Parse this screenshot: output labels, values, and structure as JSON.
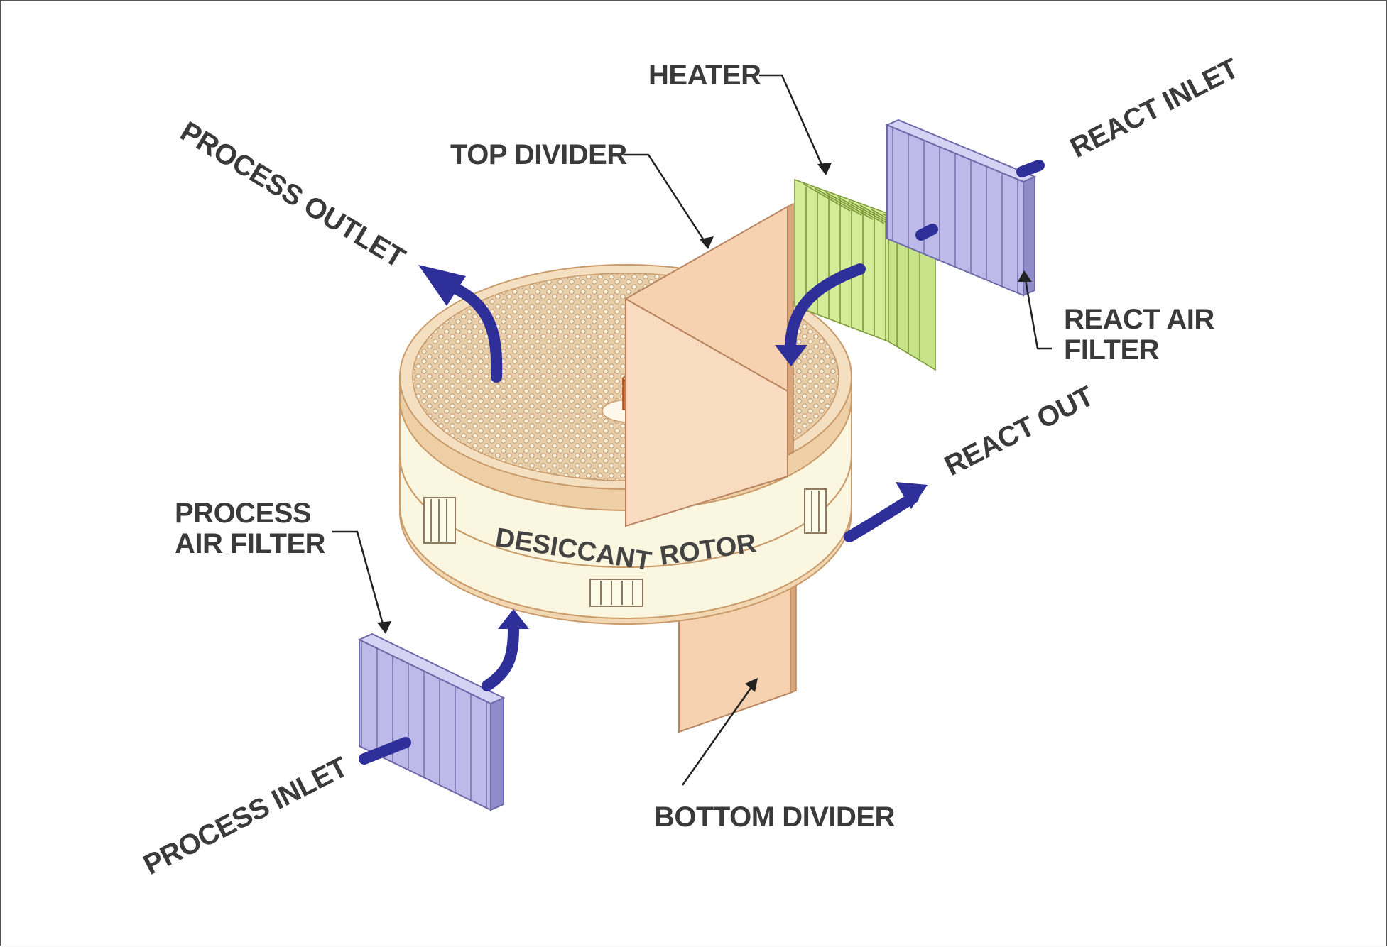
{
  "labels": {
    "heater": "HEATER",
    "top_divider": "TOP DIVIDER",
    "react_inlet": "REACT INLET",
    "process_outlet": "PROCESS OUTLET",
    "react_air_filter_1": "REACT AIR",
    "react_air_filter_2": "FILTER",
    "react_out": "REACT OUT",
    "process_air_filter_1": "PROCESS",
    "process_air_filter_2": "AIR FILTER",
    "desiccant": "DESICCANT",
    "rotor": "ROTOR",
    "process_inlet": "PROCESS INLET",
    "bottom_divider": "BOTTOM DIVIDER"
  },
  "colors": {
    "rotor_fill": "#f6ead0",
    "rotor_band": "#fbf6df",
    "rotor_edge": "#c99a6a",
    "divider": "#f7d2b0",
    "divider_edge": "#b98560",
    "heater": "#c8e48a",
    "filter": "#b9b6e6",
    "arrow": "#2f2f9a",
    "hub": "#e0702a"
  }
}
